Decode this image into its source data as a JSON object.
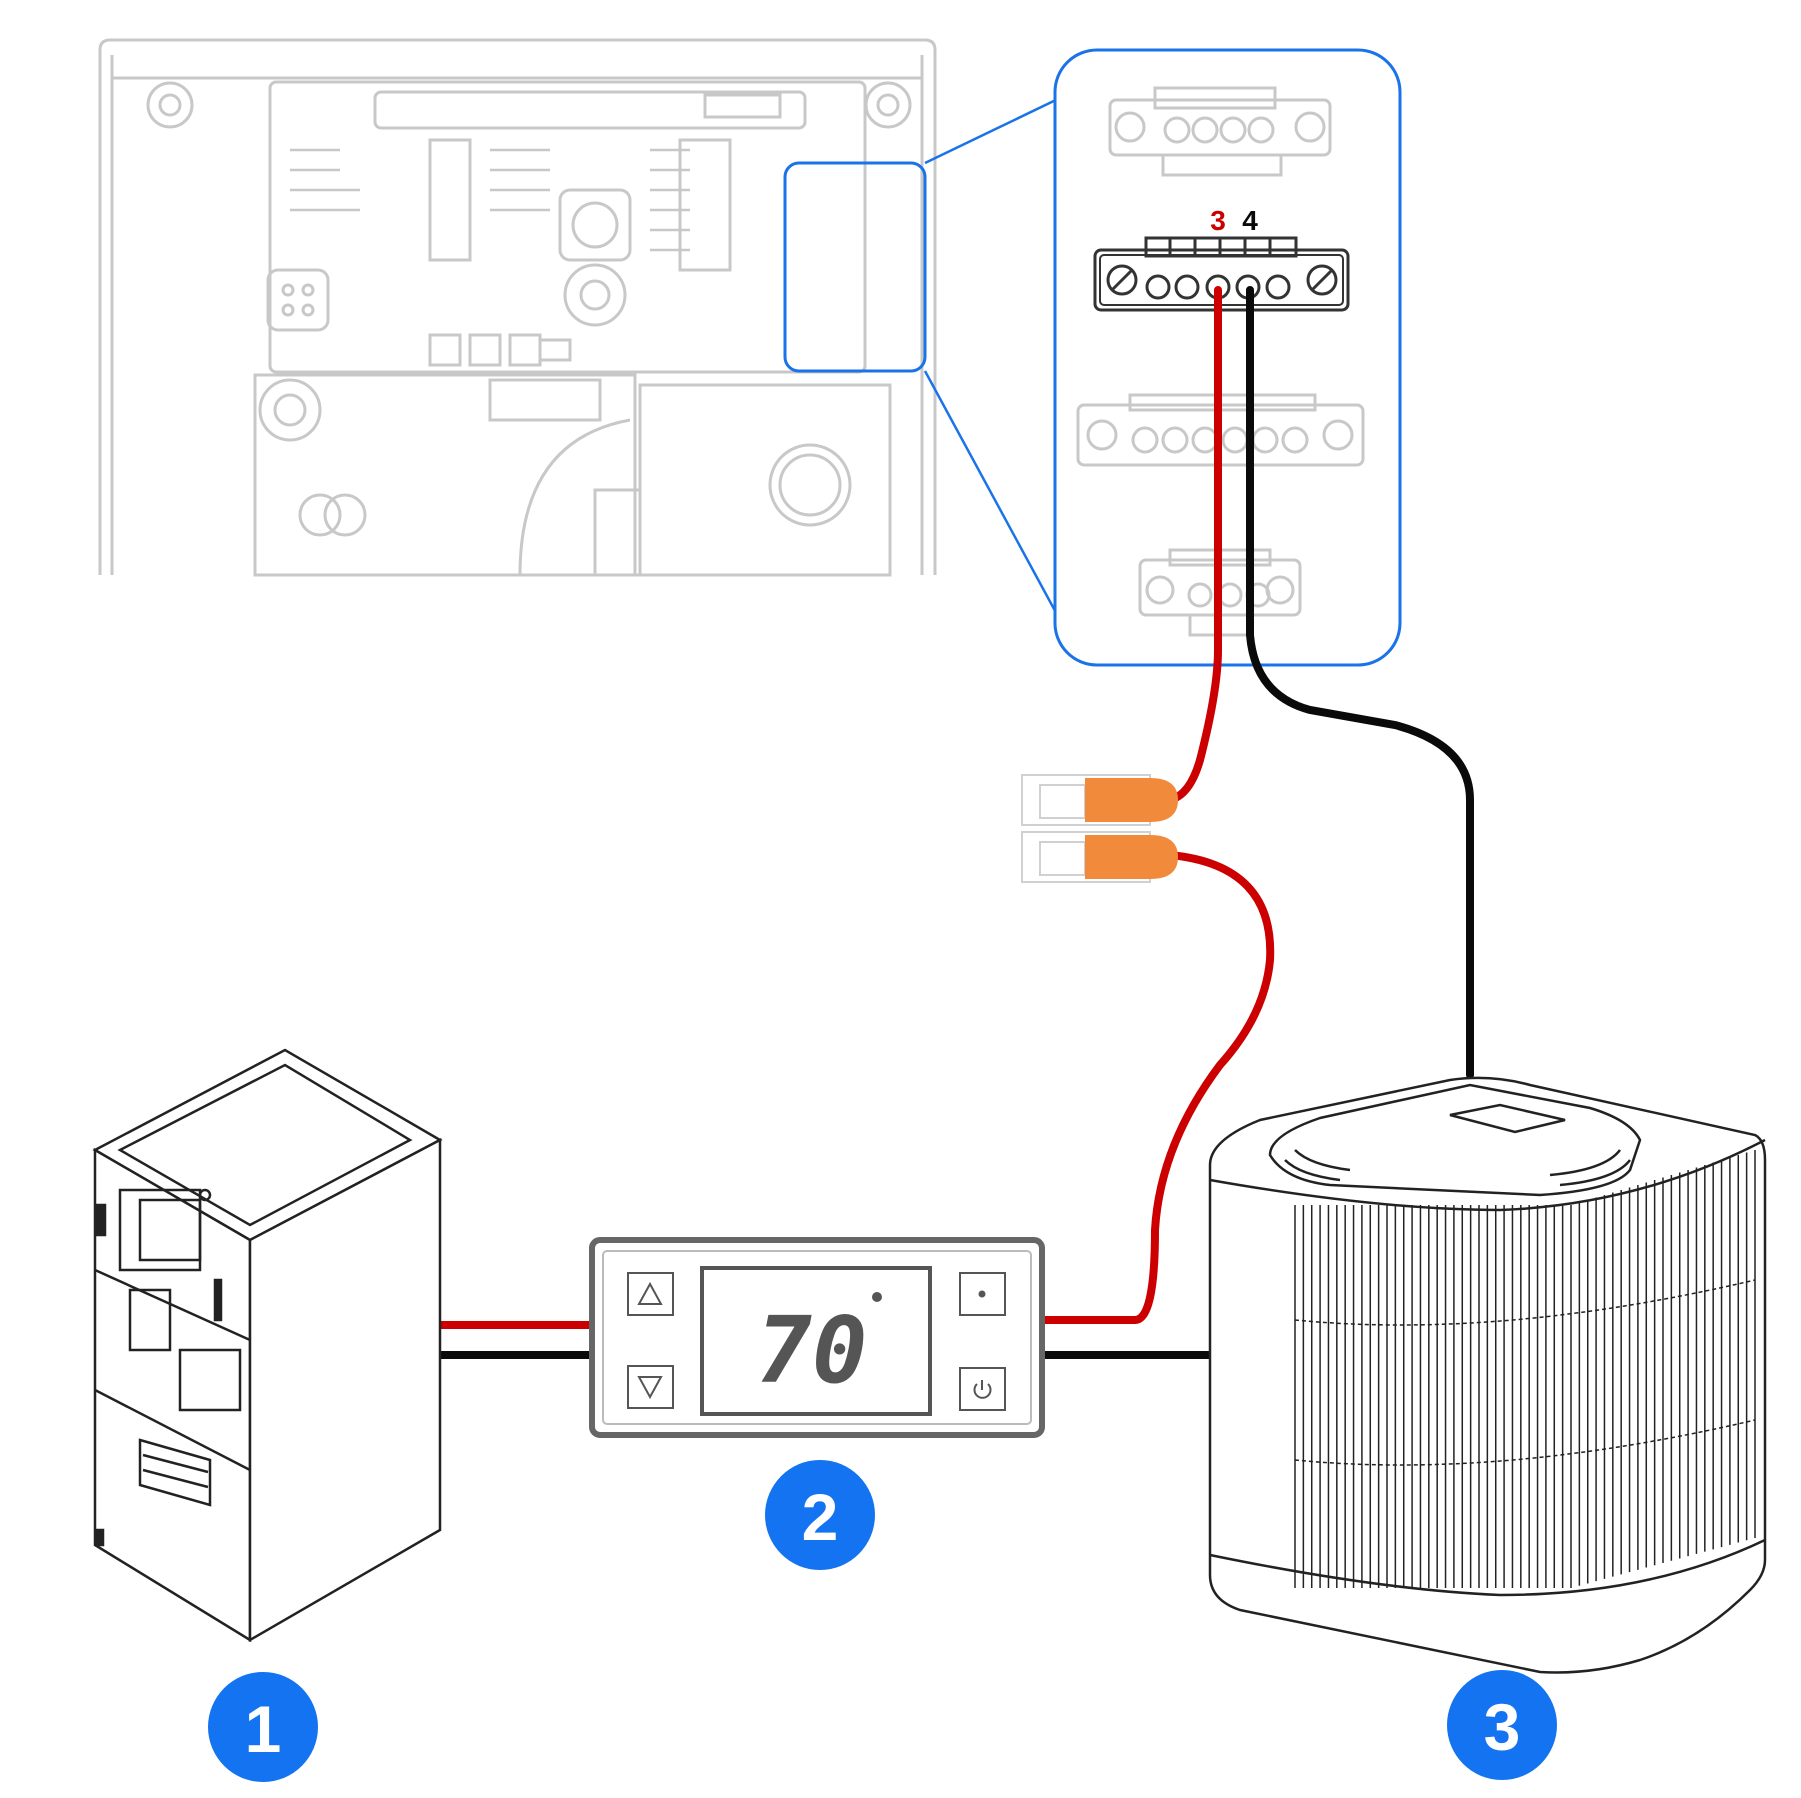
{
  "terminal_labels": {
    "left": "3",
    "right": "4"
  },
  "thermostat": {
    "display_value": "70"
  },
  "badges": [
    {
      "number": "1",
      "component": "air-handler"
    },
    {
      "number": "2",
      "component": "thermostat-module"
    },
    {
      "number": "3",
      "component": "condenser-unit"
    }
  ],
  "colors": {
    "red_wire": "#cc0000",
    "black_wire": "#0a0a0a",
    "badge_blue": "#1473f0",
    "callout_blue": "#1a73e8",
    "wire_connector_orange": "#f28a3c",
    "faded_outline": "#c8c8c8",
    "label_red": "#cc0000"
  }
}
